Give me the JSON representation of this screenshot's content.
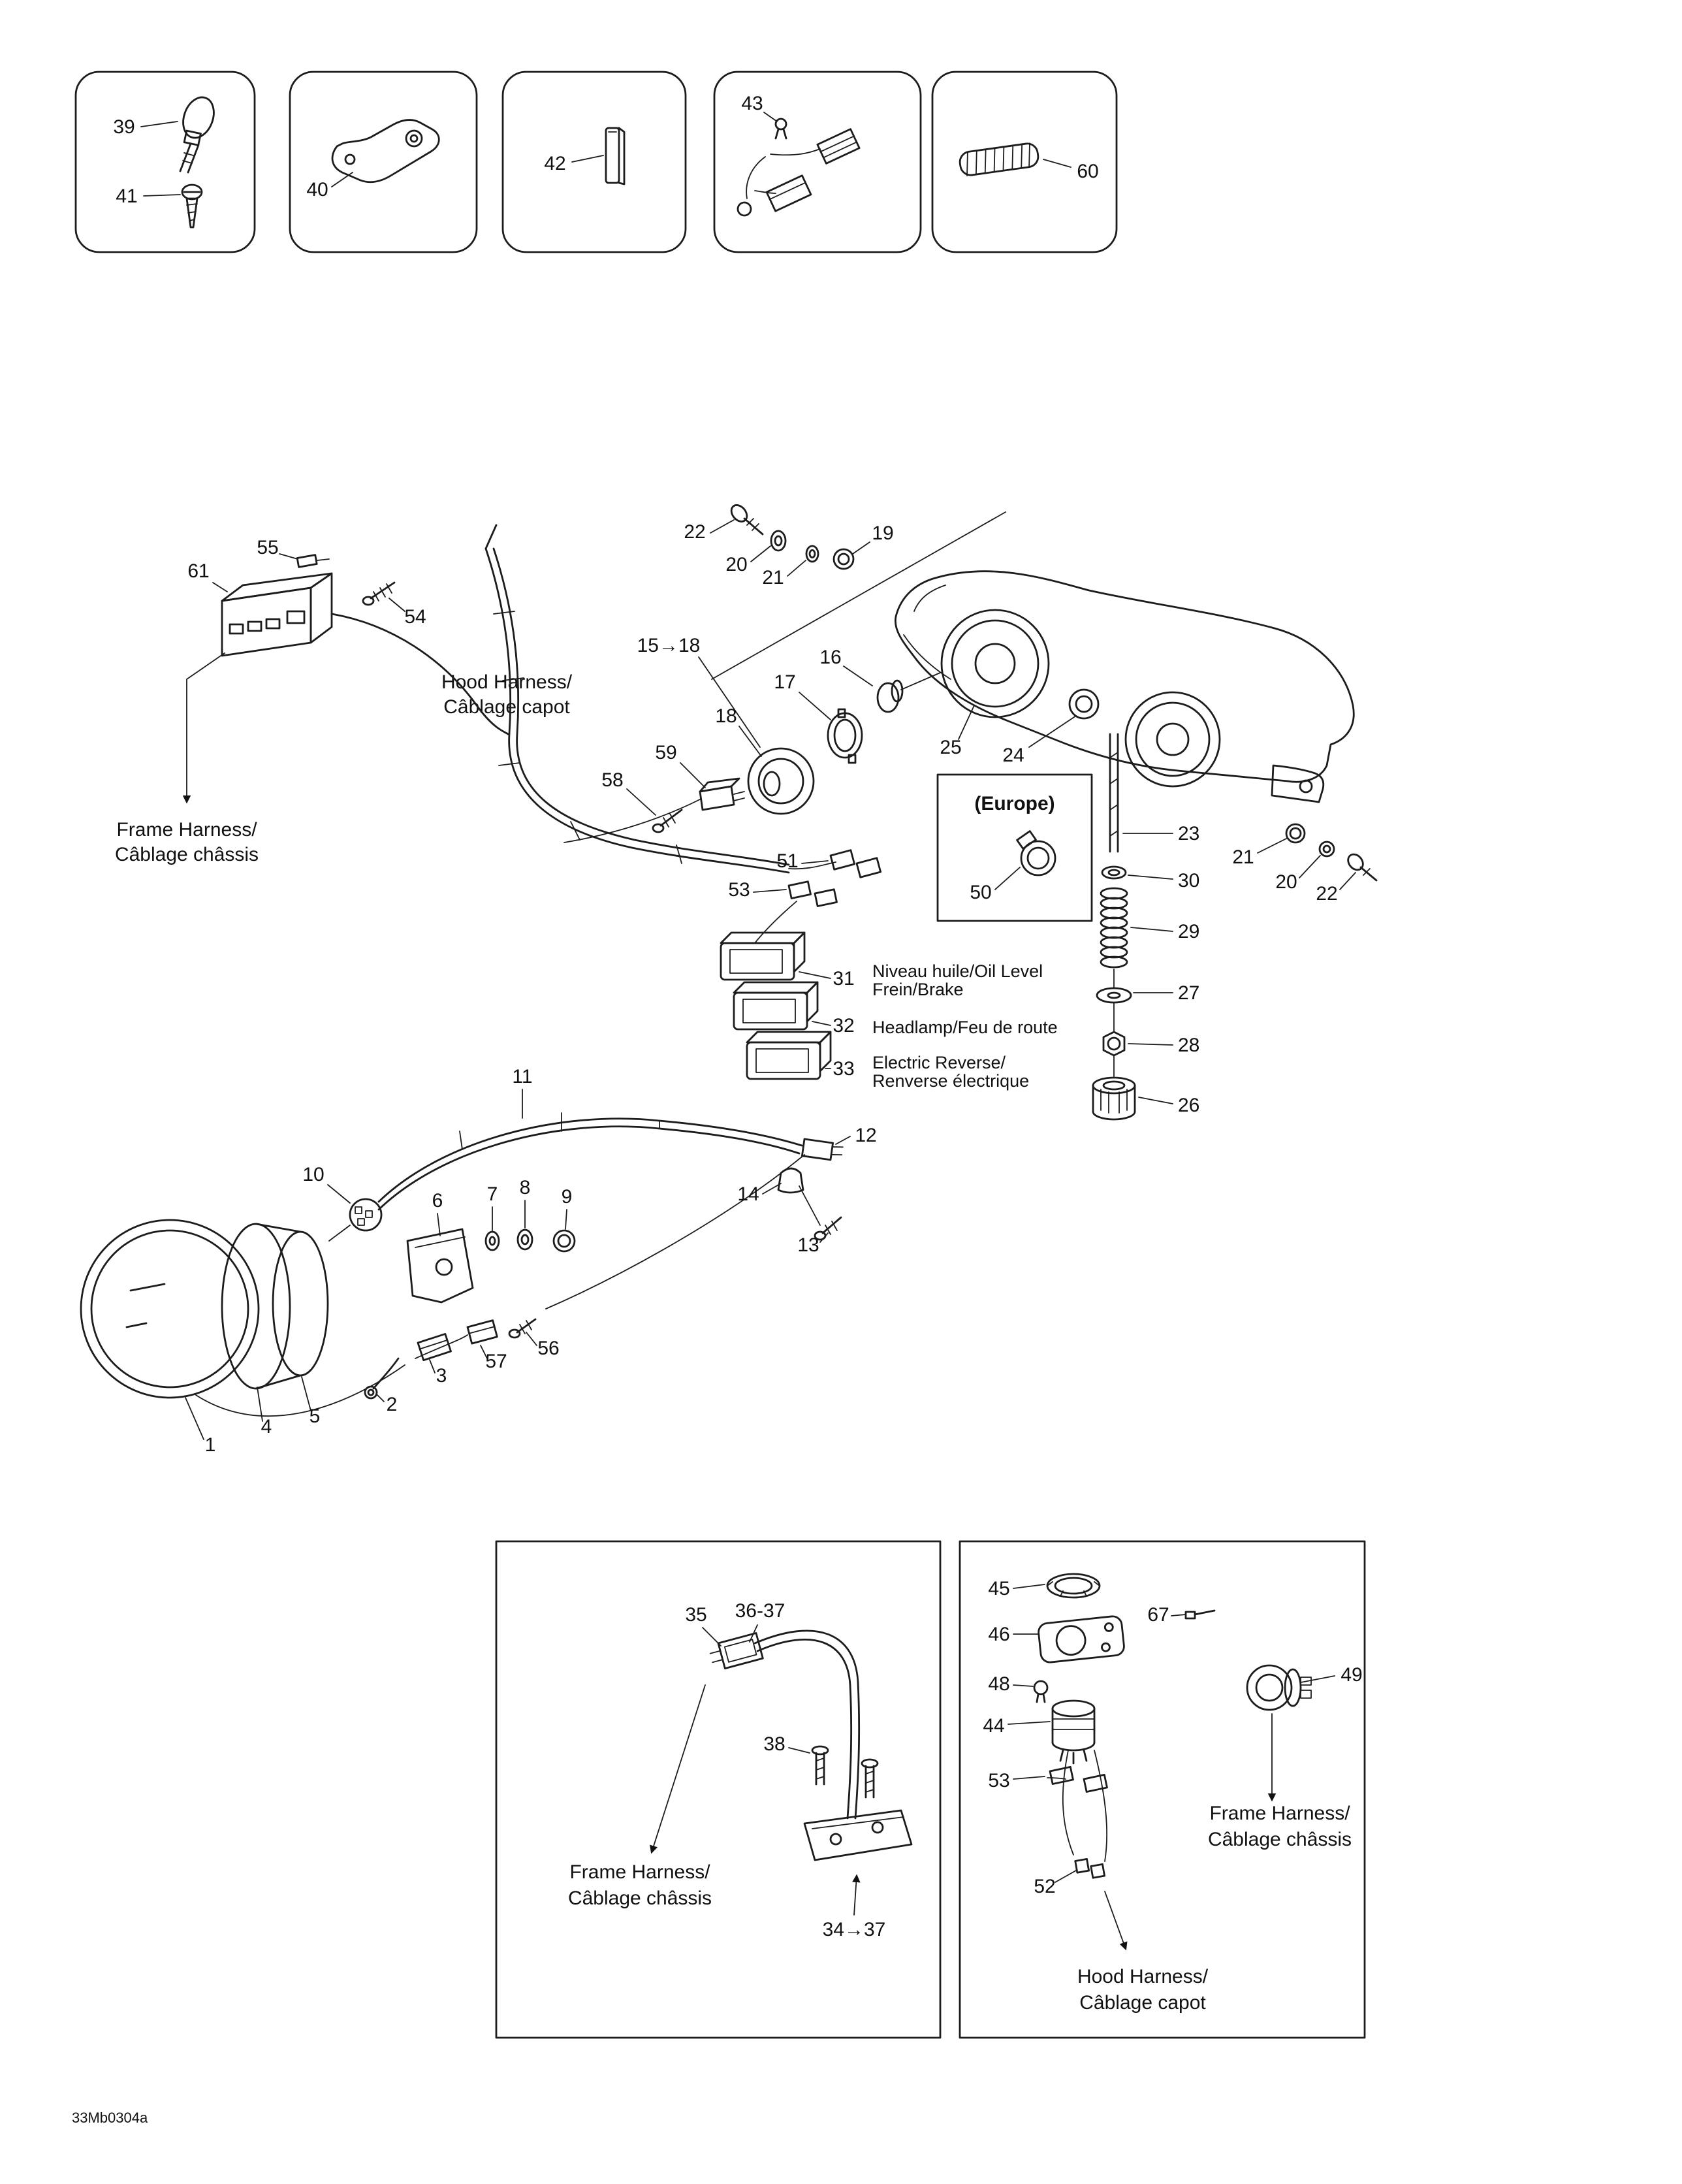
{
  "figure": {
    "code": "33Mb0304a",
    "kind": "exploded-parts-diagram-electrical-system"
  },
  "callouts": {
    "n39": "39",
    "n41": "41",
    "n40": "40",
    "n42": "42",
    "n43": "43",
    "n60": "60",
    "n55": "55",
    "n61": "61",
    "n54": "54",
    "n22a": "22",
    "n20a": "20",
    "n21a": "21",
    "n19": "19",
    "n15_18": "15→18",
    "n16": "16",
    "n17": "17",
    "n18": "18",
    "n59": "59",
    "n58": "58",
    "n25": "25",
    "n24": "24",
    "n50": "50",
    "n23": "23",
    "n21b": "21",
    "n30": "30",
    "n20b": "20",
    "n22b": "22",
    "n29": "29",
    "n27": "27",
    "n28": "28",
    "n26": "26",
    "n51": "51",
    "n53a": "53",
    "n31": "31",
    "n32": "32",
    "n33": "33",
    "n11": "11",
    "n12": "12",
    "n10": "10",
    "n6": "6",
    "n7": "7",
    "n8": "8",
    "n9": "9",
    "n14": "14",
    "n13": "13",
    "n56": "56",
    "n57": "57",
    "n3": "3",
    "n2": "2",
    "n5": "5",
    "n4": "4",
    "n1": "1",
    "n35": "35",
    "n36_37": "36-37",
    "n38": "38",
    "n34_37": "34→37",
    "n45": "45",
    "n67": "67",
    "n46": "46",
    "n48": "48",
    "n44": "44",
    "n49": "49",
    "n53b": "53",
    "n52": "52"
  },
  "labels": {
    "hood_harness_line1": "Hood Harness/",
    "hood_harness_line2": "Câblage capot",
    "frame_harness_line1": "Frame Harness/",
    "frame_harness_line2": "Câblage châssis",
    "europe": "(Europe)",
    "oil_level_line1": "Niveau huile/Oil Level",
    "oil_level_line2": "Frein/Brake",
    "headlamp": "Headlamp/Feu de route",
    "electric_reverse_line1": "Electric Reverse/",
    "electric_reverse_line2": "Renverse électrique",
    "bottom_left_frame_line1": "Frame Harness/",
    "bottom_left_frame_line2": "Câblage châssis",
    "bottom_right_frame_line1": "Frame Harness/",
    "bottom_right_frame_line2": "Câblage châssis",
    "bottom_right_hood_line1": "Hood Harness/",
    "bottom_right_hood_line2": "Câblage capot"
  }
}
